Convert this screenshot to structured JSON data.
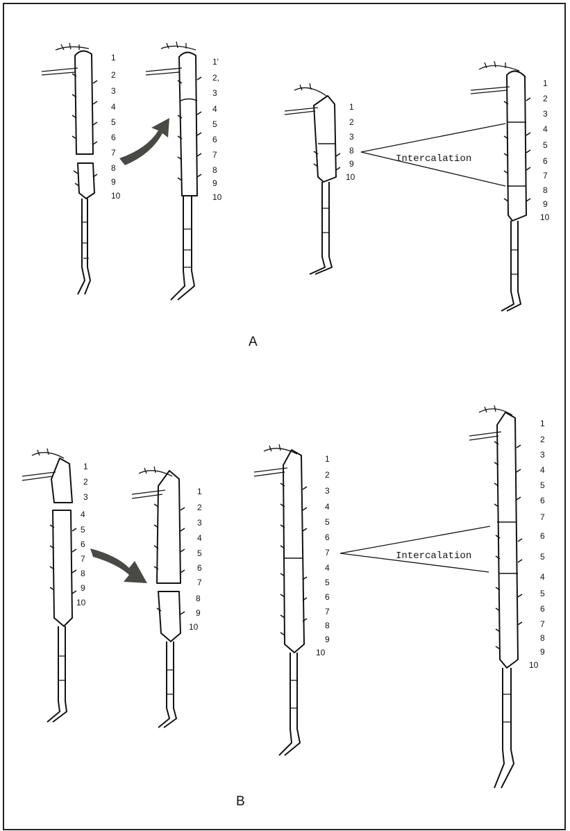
{
  "panels": [
    {
      "label": "A",
      "legs": [
        {
          "numbers": [
            "1",
            "2",
            "3",
            "4",
            "5",
            "6",
            "7",
            "8",
            "9",
            "10"
          ]
        },
        {
          "numbers": [
            "1'",
            "2,",
            "3",
            "4",
            "5",
            "6",
            "7",
            "8",
            "9",
            "10"
          ]
        },
        {
          "numbers": [
            "1",
            "2",
            "3",
            "8",
            "9",
            "10"
          ]
        },
        {
          "numbers": [
            "1",
            "2",
            "3",
            "4",
            "5",
            "6",
            "7",
            "8",
            "9",
            "10"
          ]
        }
      ],
      "intercalation_label": "Intercalation"
    },
    {
      "label": "B",
      "legs": [
        {
          "numbers": [
            "1",
            "2",
            "3",
            "4",
            "5",
            "6",
            "7",
            "8",
            "9",
            "10"
          ]
        },
        {
          "numbers": [
            "1",
            "2",
            "3",
            "4",
            "5",
            "6",
            "7",
            "8",
            "9",
            "10"
          ]
        },
        {
          "numbers": [
            "1",
            "2",
            "3",
            "4",
            "5",
            "6",
            "7",
            "4",
            "5",
            "6",
            "7",
            "8",
            "9",
            "10"
          ]
        },
        {
          "numbers": [
            "1",
            "2",
            "3",
            "4",
            "5",
            "6",
            "7",
            "6",
            "5",
            "4",
            "5",
            "6",
            "7",
            "8",
            "9",
            "10"
          ]
        }
      ],
      "intercalation_label": "Intercalation"
    }
  ],
  "colors": {
    "ink": "#111111",
    "arrow": "#4a4a45",
    "border": "#222222"
  }
}
